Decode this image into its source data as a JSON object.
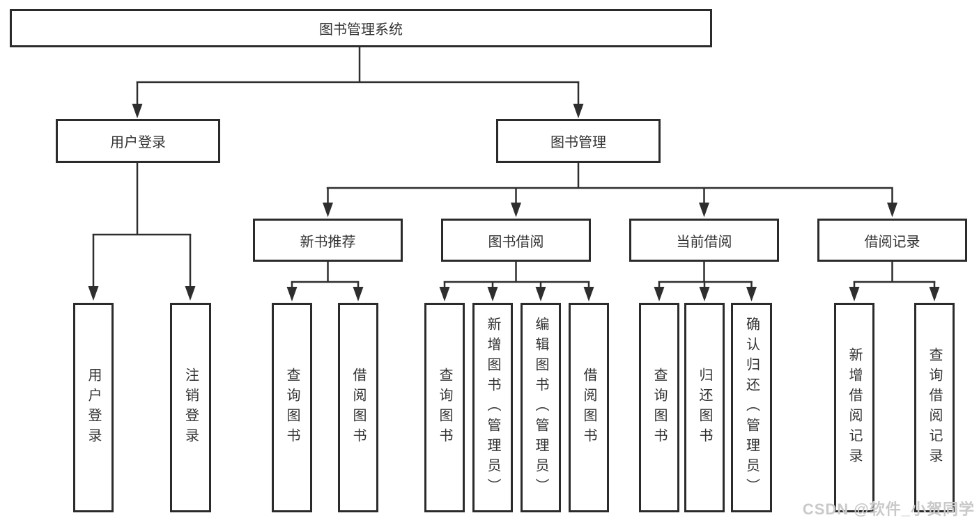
{
  "diagram": {
    "root": {
      "label": "图书管理系统"
    },
    "branches": [
      {
        "label": "用户登录",
        "leaves": [
          {
            "label": "用户登录"
          },
          {
            "label": "注销登录"
          }
        ]
      },
      {
        "label": "图书管理",
        "groups": [
          {
            "label": "新书推荐",
            "leaves": [
              {
                "label": "查询图书"
              },
              {
                "label": "借阅图书"
              }
            ]
          },
          {
            "label": "图书借阅",
            "leaves": [
              {
                "label": "查询图书"
              },
              {
                "label": "新增图书（管理员）"
              },
              {
                "label": "编辑图书（管理员）"
              },
              {
                "label": "借阅图书"
              }
            ]
          },
          {
            "label": "当前借阅",
            "leaves": [
              {
                "label": "查询图书"
              },
              {
                "label": "归还图书"
              },
              {
                "label": "确认归还（管理员）"
              }
            ]
          },
          {
            "label": "借阅记录",
            "leaves": [
              {
                "label": "新增借阅记录"
              },
              {
                "label": "查询借阅记录"
              }
            ]
          }
        ]
      }
    ]
  },
  "watermark": {
    "text": "CSDN @软件_小贺同学"
  },
  "colors": {
    "line": "#2e2e2e",
    "border": "#2b2b2b",
    "text": "#333333",
    "watermark": "#c9c9c9",
    "background": "#ffffff"
  }
}
